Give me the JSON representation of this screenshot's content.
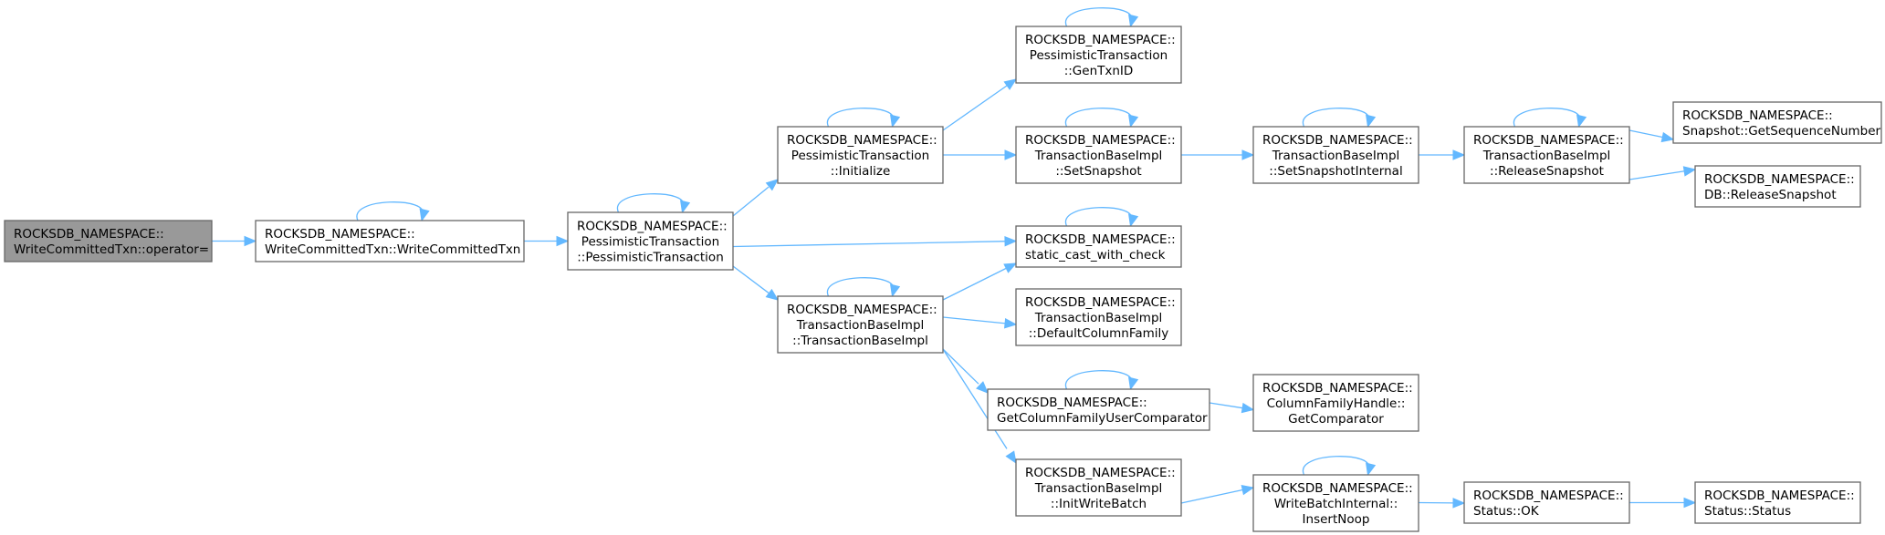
{
  "colors": {
    "edge": "#63b8ff",
    "node_border": "#666666",
    "node_fill": "#ffffff",
    "root_fill": "#999999"
  },
  "nodes": [
    {
      "id": "n0",
      "lines": [
        "ROCKSDB_NAMESPACE::",
        "WriteCommittedTxn::operator="
      ],
      "root": true
    },
    {
      "id": "n1",
      "lines": [
        "ROCKSDB_NAMESPACE::",
        "WriteCommittedTxn::WriteCommittedTxn"
      ]
    },
    {
      "id": "n2",
      "lines": [
        "ROCKSDB_NAMESPACE::",
        "PessimisticTransaction",
        "::PessimisticTransaction"
      ]
    },
    {
      "id": "n3",
      "lines": [
        "ROCKSDB_NAMESPACE::",
        "PessimisticTransaction",
        "::Initialize"
      ]
    },
    {
      "id": "n4",
      "lines": [
        "ROCKSDB_NAMESPACE::",
        "TransactionBaseImpl",
        "::TransactionBaseImpl"
      ]
    },
    {
      "id": "n5",
      "lines": [
        "ROCKSDB_NAMESPACE::",
        "PessimisticTransaction",
        "::GenTxnID"
      ]
    },
    {
      "id": "n6",
      "lines": [
        "ROCKSDB_NAMESPACE::",
        "TransactionBaseImpl",
        "::SetSnapshot"
      ]
    },
    {
      "id": "n7",
      "lines": [
        "ROCKSDB_NAMESPACE::",
        "static_cast_with_check"
      ]
    },
    {
      "id": "n8",
      "lines": [
        "ROCKSDB_NAMESPACE::",
        "TransactionBaseImpl",
        "::DefaultColumnFamily"
      ]
    },
    {
      "id": "n9",
      "lines": [
        "ROCKSDB_NAMESPACE::",
        "GetColumnFamilyUserComparator"
      ]
    },
    {
      "id": "n10",
      "lines": [
        "ROCKSDB_NAMESPACE::",
        "TransactionBaseImpl",
        "::InitWriteBatch"
      ]
    },
    {
      "id": "n11",
      "lines": [
        "ROCKSDB_NAMESPACE::",
        "TransactionBaseImpl",
        "::SetSnapshotInternal"
      ]
    },
    {
      "id": "n12",
      "lines": [
        "ROCKSDB_NAMESPACE::",
        "ColumnFamilyHandle::",
        "GetComparator"
      ]
    },
    {
      "id": "n13",
      "lines": [
        "ROCKSDB_NAMESPACE::",
        "WriteBatchInternal::",
        "InsertNoop"
      ]
    },
    {
      "id": "n14",
      "lines": [
        "ROCKSDB_NAMESPACE::",
        "TransactionBaseImpl",
        "::ReleaseSnapshot"
      ]
    },
    {
      "id": "n15",
      "lines": [
        "ROCKSDB_NAMESPACE::",
        "Status::OK"
      ]
    },
    {
      "id": "n16",
      "lines": [
        "ROCKSDB_NAMESPACE::",
        "Snapshot::GetSequenceNumber"
      ]
    },
    {
      "id": "n17",
      "lines": [
        "ROCKSDB_NAMESPACE::",
        "DB::ReleaseSnapshot"
      ]
    },
    {
      "id": "n18",
      "lines": [
        "ROCKSDB_NAMESPACE::",
        "Status::Status"
      ]
    }
  ],
  "edges": [
    {
      "from": "n0",
      "to": "n1"
    },
    {
      "from": "n1",
      "to": "n1",
      "self": true
    },
    {
      "from": "n1",
      "to": "n2"
    },
    {
      "from": "n2",
      "to": "n2",
      "self": true
    },
    {
      "from": "n2",
      "to": "n3"
    },
    {
      "from": "n2",
      "to": "n7"
    },
    {
      "from": "n2",
      "to": "n4"
    },
    {
      "from": "n3",
      "to": "n3",
      "self": true
    },
    {
      "from": "n3",
      "to": "n5"
    },
    {
      "from": "n3",
      "to": "n6"
    },
    {
      "from": "n4",
      "to": "n4",
      "self": true
    },
    {
      "from": "n4",
      "to": "n7"
    },
    {
      "from": "n4",
      "to": "n8"
    },
    {
      "from": "n4",
      "to": "n9"
    },
    {
      "from": "n4",
      "to": "n10"
    },
    {
      "from": "n5",
      "to": "n5",
      "self": true
    },
    {
      "from": "n6",
      "to": "n6",
      "self": true
    },
    {
      "from": "n6",
      "to": "n11"
    },
    {
      "from": "n7",
      "to": "n7",
      "self": true
    },
    {
      "from": "n9",
      "to": "n9",
      "self": true
    },
    {
      "from": "n9",
      "to": "n12"
    },
    {
      "from": "n10",
      "to": "n13"
    },
    {
      "from": "n11",
      "to": "n11",
      "self": true
    },
    {
      "from": "n11",
      "to": "n14"
    },
    {
      "from": "n13",
      "to": "n13",
      "self": true
    },
    {
      "from": "n13",
      "to": "n15"
    },
    {
      "from": "n14",
      "to": "n14",
      "self": true
    },
    {
      "from": "n14",
      "to": "n16"
    },
    {
      "from": "n14",
      "to": "n17"
    },
    {
      "from": "n15",
      "to": "n18"
    }
  ]
}
